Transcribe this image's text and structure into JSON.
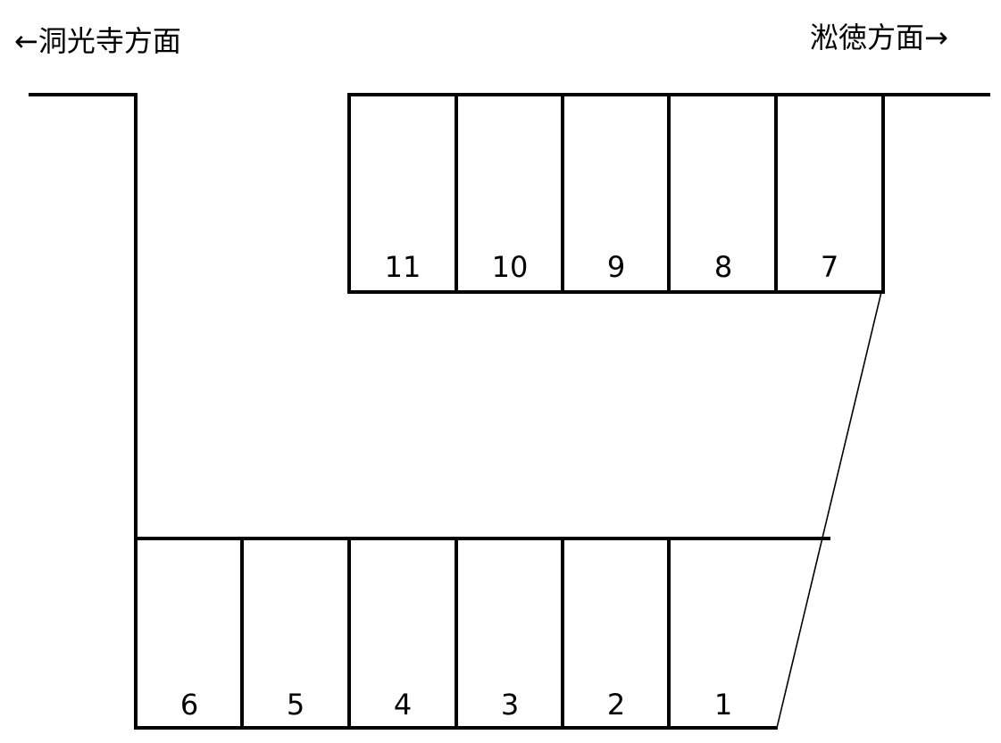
{
  "directions": {
    "left": "←洞光寺方面",
    "right": "淞徳方面→"
  },
  "colors": {
    "line": "#000000",
    "background": "#ffffff"
  },
  "top_row": {
    "spaces": [
      "11",
      "10",
      "9",
      "8",
      "7"
    ]
  },
  "bottom_row": {
    "spaces": [
      "6",
      "5",
      "4",
      "3",
      "2",
      "1"
    ]
  }
}
